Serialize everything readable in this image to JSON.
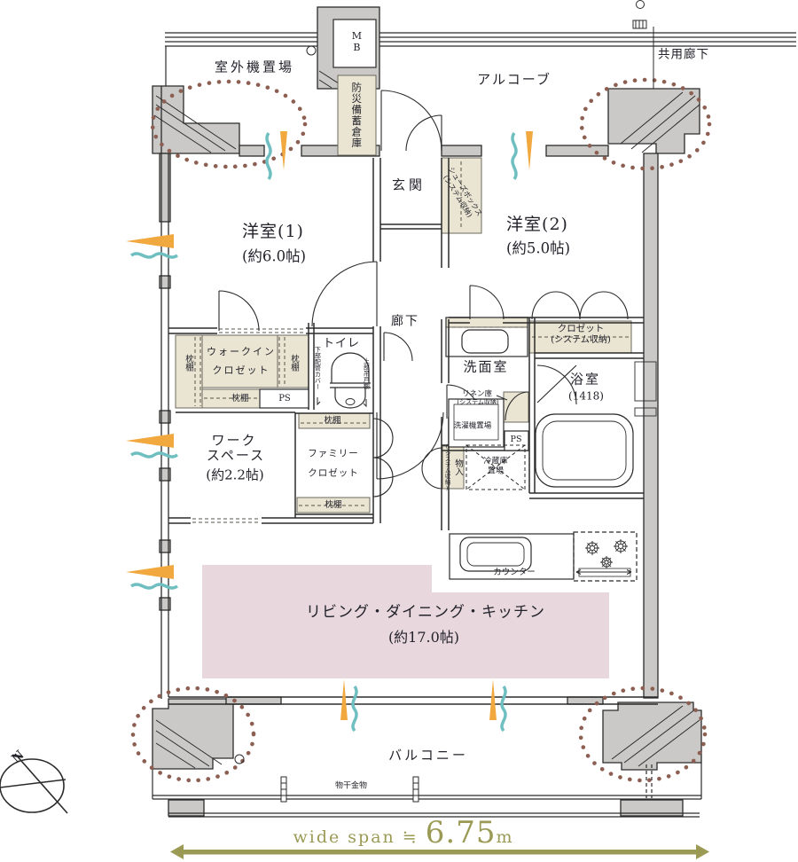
{
  "plan": {
    "common_areas": {
      "outdoor_unit": "室外機置場",
      "meter_box": "MB",
      "disaster_storage": "防災備蓄倉庫",
      "alcove": "アルコーブ",
      "shared_corridor": "共用廊下",
      "balcony": "バルコニー",
      "laundry_hardware": "物干金物"
    },
    "rooms": {
      "entrance": "玄関",
      "corridor": "廊下",
      "western_room_1": {
        "name": "洋室(1)",
        "area": "(約6.0帖)"
      },
      "western_room_2": {
        "name": "洋室(2)",
        "area": "(約5.0帖)"
      },
      "work_space": {
        "name_l1": "ワーク",
        "name_l2": "スペース",
        "area": "(約2.2帖)"
      },
      "ldk": {
        "name": "リビング・ダイニング・キッチン",
        "area": "(約17.0帖)"
      },
      "washroom": "洗面室",
      "bathroom": {
        "name": "浴室",
        "size": "(1418)"
      },
      "toilet": "トイレ"
    },
    "storage": {
      "shoes_box_l1": "シューズボックス",
      "shoes_box_l2": "(システム収納)",
      "closet_l1": "クロゼット",
      "closet_l2": "(システム収納)",
      "walk_in_closet_l1": "ウォークイン",
      "walk_in_closet_l2": "クロゼット",
      "family_closet_l1": "ファミリー",
      "family_closet_l2": "クロゼット",
      "linen_l1": "リネン庫",
      "linen_l2": "(システム収納)",
      "storage_compartment": "物入",
      "storage_compartment_sub": "(システム収納)",
      "pillow_shelf": "枕棚",
      "pipe_space": "PS"
    },
    "kitchen": {
      "counter": "カウンター",
      "refrigerator_l1": "冷蔵庫",
      "refrigerator_l2": "置場",
      "washer_space": "洗濯機置場"
    },
    "annotations": {
      "upper_hanging_cabinet": "上部吊戸棚",
      "lower_pipe_cover": "下部配管カバー"
    },
    "compass_north": "N",
    "dimension": {
      "prefix": "wide span ≒ ",
      "value": "6.75",
      "unit": "m"
    }
  },
  "colors": {
    "wall_gray": "#cac9c7",
    "storage_beige": "#eae5d3",
    "ldk_pink": "#e8d7dc",
    "dotted_circle_brown": "#8d5f53",
    "dimension_olive": "#9b9a55",
    "sunlight_orange": "#f1a83f",
    "breeze_teal": "#6fbfc1"
  }
}
